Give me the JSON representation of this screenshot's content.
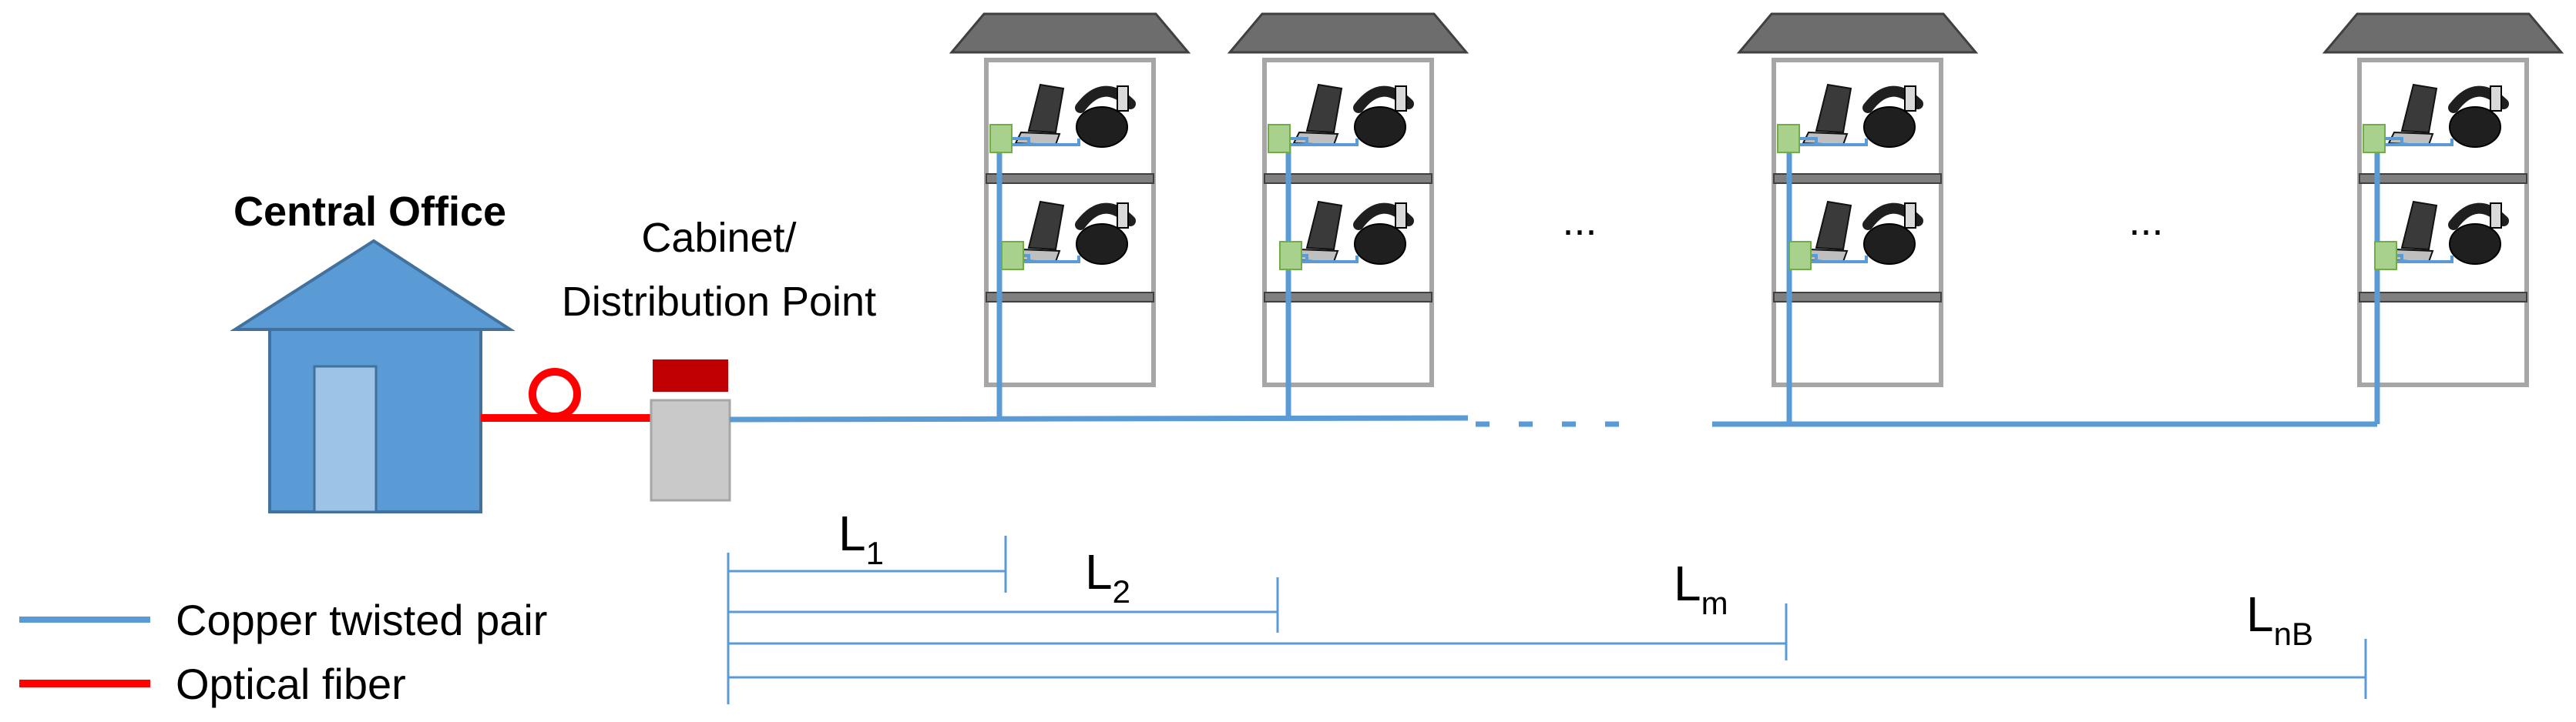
{
  "labels": {
    "central_office": "Central Office",
    "cabinet_line1": "Cabinet/",
    "cabinet_line2": "Distribution Point",
    "ellipsis_1": "...",
    "ellipsis_2": "..."
  },
  "distances": [
    {
      "main": "L",
      "sub": "1"
    },
    {
      "main": "L",
      "sub": "2"
    },
    {
      "main": "L",
      "sub": "m"
    },
    {
      "main": "L",
      "sub": "nB"
    }
  ],
  "legend": [
    {
      "label": "Copper twisted pair",
      "color": "#5b9bd5"
    },
    {
      "label": "Optical fiber",
      "color": "#ff0000"
    }
  ],
  "colors": {
    "copper": "#5b9bd5",
    "fiber": "#ff0000",
    "house": "#5b9bd5",
    "cabinet_top": "#c00000",
    "cabinet_body": "#c8c8c8",
    "roof": "#6d6d6d",
    "building_outline": "#a6a6a6",
    "port": "#a9d18e"
  },
  "icons": [
    "house-icon",
    "fiber-loop-icon",
    "cabinet-icon",
    "building-icon",
    "laptop-icon",
    "phone-icon",
    "network-port-icon"
  ]
}
